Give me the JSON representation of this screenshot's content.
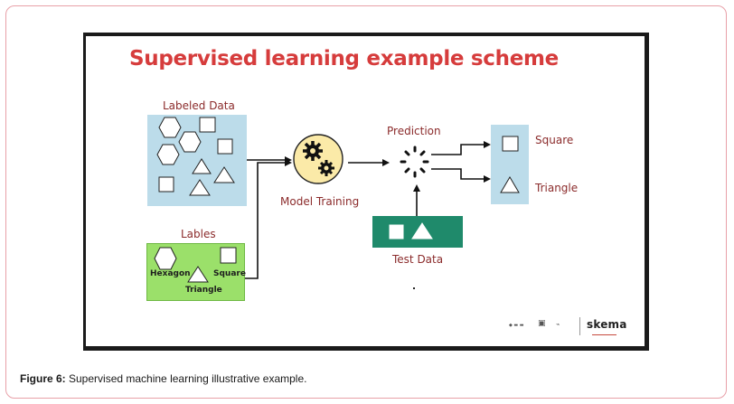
{
  "slide": {
    "title": "Supervised learning example scheme",
    "labeled_data_label": "Labeled Data",
    "labels_label": "Lables",
    "labels_items": {
      "hexagon": "Hexagon",
      "square": "Square",
      "triangle": "Triangle"
    },
    "model_training_label": "Model Training",
    "prediction_label": "Prediction",
    "test_data_label": "Test Data",
    "results": {
      "square": "Square",
      "triangle": "Triangle"
    },
    "logo_text": "skema"
  },
  "caption": {
    "prefix": "Figure 6:",
    "text": " Supervised machine learning illustrative example."
  },
  "colors": {
    "title": "#d63c3c",
    "label": "#8b2b2b",
    "blue_box": "#bcdcea",
    "green_box": "#9be06a",
    "teal_box": "#1f8a6b",
    "gear_circle": "#fbeaa8",
    "frame_border": "#e8a0a8"
  }
}
